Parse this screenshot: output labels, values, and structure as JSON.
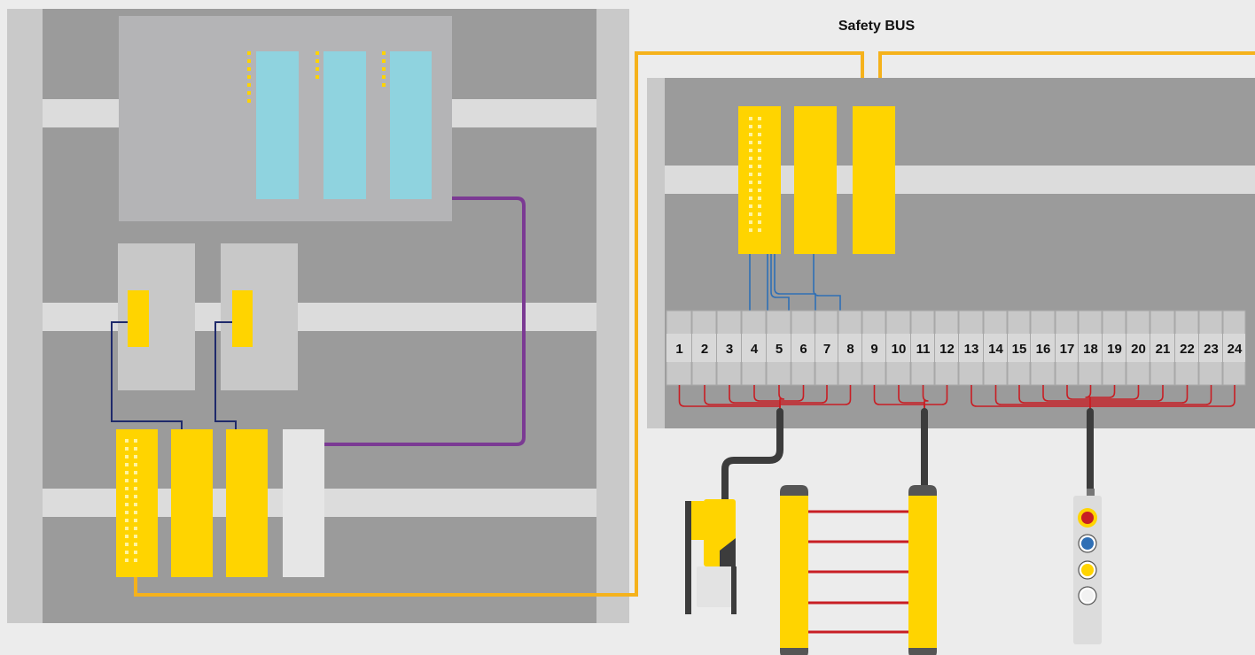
{
  "bus_label": "Safety BUS",
  "terminals": [
    "1",
    "2",
    "3",
    "4",
    "5",
    "6",
    "7",
    "8",
    "9",
    "10",
    "11",
    "12",
    "13",
    "14",
    "15",
    "16",
    "17",
    "18",
    "19",
    "20",
    "21",
    "22",
    "23",
    "24"
  ],
  "colors": {
    "background": "#ececec",
    "cabinet_gray": "#9b9b9b",
    "rail_gray": "#dcdcdc",
    "module_gray": "#c8c8c8",
    "safety_yellow": "#ffd400",
    "bus_orange": "#f5b21c",
    "plc_cyan": "#8fd3df",
    "purple_cable": "#7b3a93",
    "navy_wire": "#1f2a6b",
    "blue_wire": "#2f6fb5",
    "red_wire": "#c81e24",
    "cable_dark": "#3c3c3c"
  },
  "icons": [
    "safety-switch-icon",
    "light-curtain-icon",
    "control-pendant-icon"
  ],
  "pendant_buttons": [
    "red",
    "blue",
    "yellow",
    "white"
  ]
}
